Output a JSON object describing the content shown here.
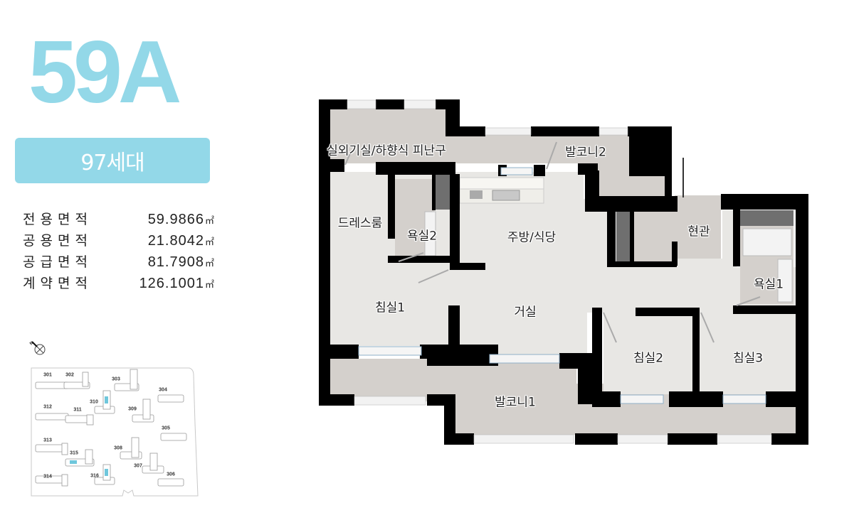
{
  "header": {
    "type_name": "59A",
    "units_label": "97세대"
  },
  "colors": {
    "accent": "#93d8e8",
    "wall": "#000000",
    "interior_floor": "#e8e7e4",
    "balcony_floor": "#d4d0cc",
    "storage": "#6f6f6f",
    "window": "#a9c2d6"
  },
  "areas": [
    {
      "label": "전용면적",
      "value": "59.9866",
      "unit": "㎡"
    },
    {
      "label": "공용면적",
      "value": "21.8042",
      "unit": "㎡"
    },
    {
      "label": "공급면적",
      "value": "81.7908",
      "unit": "㎡"
    },
    {
      "label": "계약면적",
      "value": "126.1001",
      "unit": "㎡"
    }
  ],
  "site_map": {
    "compass": "N",
    "buildings": [
      {
        "id": "301",
        "highlighted": false
      },
      {
        "id": "302",
        "highlighted": false
      },
      {
        "id": "303",
        "highlighted": false
      },
      {
        "id": "304",
        "highlighted": false
      },
      {
        "id": "305",
        "highlighted": false
      },
      {
        "id": "306",
        "highlighted": false
      },
      {
        "id": "307",
        "highlighted": false
      },
      {
        "id": "308",
        "highlighted": false
      },
      {
        "id": "309",
        "highlighted": false
      },
      {
        "id": "310",
        "highlighted": true
      },
      {
        "id": "311",
        "highlighted": false
      },
      {
        "id": "312",
        "highlighted": false
      },
      {
        "id": "313",
        "highlighted": false
      },
      {
        "id": "314",
        "highlighted": false
      },
      {
        "id": "315",
        "highlighted": true
      },
      {
        "id": "316",
        "highlighted": true
      }
    ]
  },
  "floor_plan": {
    "rooms": {
      "outdoor_unit_room": "실외기실/하향식 피난구",
      "balcony2": "발코니2",
      "dress_room": "드레스룸",
      "bathroom2": "욕실2",
      "kitchen_dining": "주방/식당",
      "entrance": "현관",
      "bathroom1": "욕실1",
      "bedroom1": "침실1",
      "living_room": "거실",
      "bedroom2": "침실2",
      "bedroom3": "침실3",
      "balcony1": "발코니1"
    }
  }
}
